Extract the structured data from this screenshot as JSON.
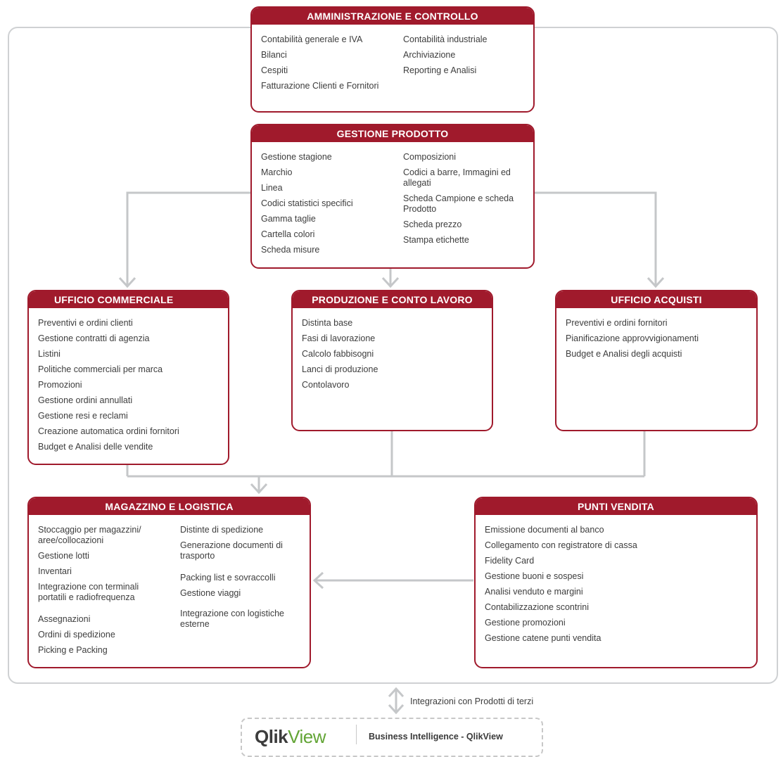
{
  "boxes": {
    "amministrazione": {
      "title": "AMMINISTRAZIONE E CONTROLLO",
      "left": [
        "Contabilità generale e IVA",
        "Bilanci",
        "Cespiti",
        "Fatturazione Clienti e Fornitori"
      ],
      "right": [
        "Contabilità industriale",
        "Archiviazione",
        "Reporting e Analisi"
      ]
    },
    "prodotto": {
      "title": "GESTIONE PRODOTTO",
      "left": [
        "Gestione stagione",
        "Marchio",
        "Linea",
        "Codici statistici specifici",
        "Gamma taglie",
        "Cartella colori",
        "Scheda misure"
      ],
      "right": [
        "Composizioni",
        "Codici a barre, Immagini ed allegati",
        "Scheda Campione e scheda Prodotto",
        "Scheda prezzo",
        "Stampa etichette"
      ]
    },
    "commerciale": {
      "title": "UFFICIO COMMERCIALE",
      "items": [
        "Preventivi e ordini clienti",
        "Gestione contratti di agenzia",
        "Listini",
        "Politiche commerciali per marca",
        "Promozioni",
        "Gestione ordini annullati",
        "Gestione resi e reclami",
        "Creazione automatica ordini fornitori",
        "Budget e Analisi delle vendite"
      ]
    },
    "produzione": {
      "title": "PRODUZIONE E CONTO LAVORO",
      "items": [
        "Distinta base",
        "Fasi di lavorazione",
        "Calcolo fabbisogni",
        "Lanci di produzione",
        "Contolavoro"
      ]
    },
    "acquisti": {
      "title": "UFFICIO ACQUISTI",
      "items": [
        "Preventivi e ordini fornitori",
        "Pianificazione approvvigionamenti",
        "Budget e Analisi degli acquisti"
      ]
    },
    "magazzino": {
      "title": "MAGAZZINO E LOGISTICA",
      "left": [
        "Stoccaggio per magazzini/ aree/collocazioni",
        "Gestione lotti",
        "Inventari",
        "Integrazione con terminali portatili e radiofrequenza",
        "Assegnazioni",
        "Ordini di spedizione",
        "Picking e Packing"
      ],
      "right": [
        "Distinte di spedizione",
        "Generazione documenti di trasporto",
        "Packing list e sovraccolli",
        "Gestione viaggi",
        "Integrazione con logistiche esterne"
      ]
    },
    "puntivendita": {
      "title": "PUNTI VENDITA",
      "items": [
        "Emissione documenti al banco",
        "Collegamento con registratore di cassa",
        "Fidelity Card",
        "Gestione buoni e sospesi",
        "Analisi venduto e margini",
        "Contabilizzazione scontrini",
        "Gestione promozioni",
        "Gestione catene punti vendita"
      ]
    }
  },
  "integration_label": "Integrazioni con Prodotti di terzi",
  "qlikview": {
    "logo_main": "Qlik",
    "logo_accent": "View",
    "text": "Business Intelligence - QlikView"
  },
  "colors": {
    "accent": "#a01a2c",
    "connector": "#c5c7c9",
    "qlik_green": "#63a536"
  }
}
